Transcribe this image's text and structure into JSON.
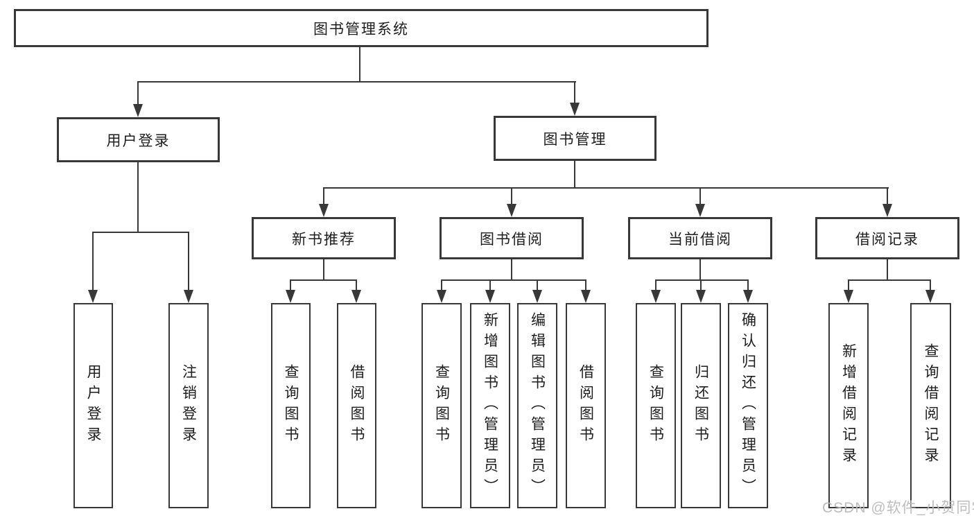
{
  "diagram_title": "图书管理系统",
  "nodes": {
    "root": {
      "label": "图书管理系统"
    },
    "user_login_branch": {
      "label": "用户登录"
    },
    "book_management": {
      "label": "图书管理"
    },
    "new_book_recommend": {
      "label": "新书推荐"
    },
    "book_borrowing": {
      "label": "图书借阅"
    },
    "current_borrowing": {
      "label": "当前借阅"
    },
    "borrowing_records": {
      "label": "借阅记录"
    },
    "user_login": {
      "label": "用户登录"
    },
    "logout_login": {
      "label": "注销登录"
    },
    "nb_query_books": {
      "label": "查询图书"
    },
    "nb_borrow_books": {
      "label": "借阅图书"
    },
    "bb_query_books": {
      "label": "查询图书"
    },
    "bb_add_books_admin": {
      "label": "新增图书（管理员）"
    },
    "bb_edit_books_admin": {
      "label": "编辑图书（管理员）"
    },
    "bb_borrow_books": {
      "label": "借阅图书"
    },
    "cb_query_books": {
      "label": "查询图书"
    },
    "cb_return_books": {
      "label": "归还图书"
    },
    "cb_confirm_return_admin": {
      "label": "确认归还（管理员）"
    },
    "br_add_record": {
      "label": "新增借阅记录"
    },
    "br_query_record": {
      "label": "查询借阅记录"
    }
  },
  "edges": [
    {
      "from": "root",
      "to": [
        "user_login_branch",
        "book_management"
      ]
    },
    {
      "from": "user_login_branch",
      "to": [
        "user_login",
        "logout_login"
      ]
    },
    {
      "from": "book_management",
      "to": [
        "new_book_recommend",
        "book_borrowing",
        "current_borrowing",
        "borrowing_records"
      ]
    },
    {
      "from": "new_book_recommend",
      "to": [
        "nb_query_books",
        "nb_borrow_books"
      ]
    },
    {
      "from": "book_borrowing",
      "to": [
        "bb_query_books",
        "bb_add_books_admin",
        "bb_edit_books_admin",
        "bb_borrow_books"
      ]
    },
    {
      "from": "current_borrowing",
      "to": [
        "cb_query_books",
        "cb_return_books",
        "cb_confirm_return_admin"
      ]
    },
    {
      "from": "borrowing_records",
      "to": [
        "br_add_record",
        "br_query_record"
      ]
    }
  ],
  "watermark": {
    "text": "CSDN @软件_小贺同学"
  },
  "colors": {
    "line": "#383838",
    "text": "#1d1d1d",
    "node_background": "#ffffff",
    "watermark": "#b9b9b9"
  }
}
